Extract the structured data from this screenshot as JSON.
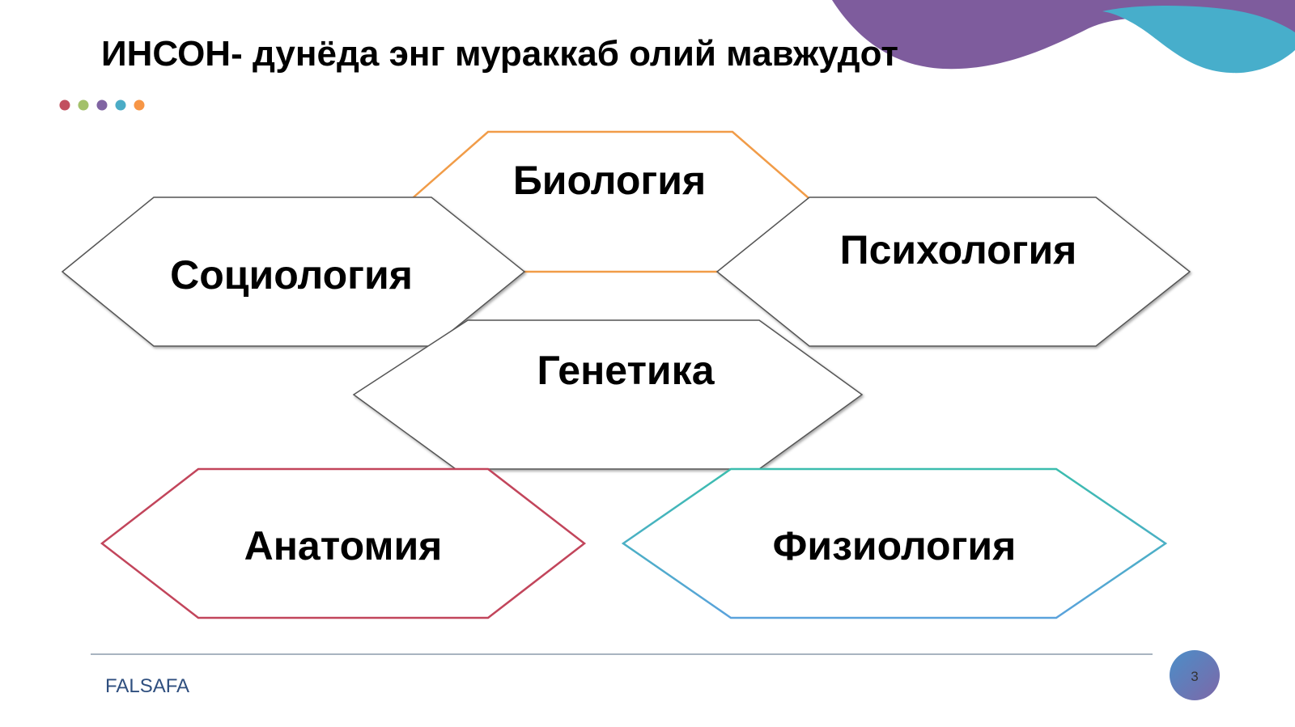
{
  "slide": {
    "title": "ИНСОН- дунёда энг мураккаб олий мавжудот",
    "footer_text": "FALSAFA",
    "page_number": "3"
  },
  "decor": {
    "dots": [
      "#c2505f",
      "#a3c16a",
      "#8064a2",
      "#4bacc6",
      "#f79646"
    ],
    "wave_colors": [
      "#7e5c9d",
      "#47aecb"
    ],
    "page_badge_gradient": [
      "#4b8ec8",
      "#7d68a8"
    ]
  },
  "hexagons": [
    {
      "label": "Биология",
      "stroke": "#f19c48"
    },
    {
      "label": "Социология",
      "stroke": "#555555"
    },
    {
      "label": "Психология",
      "stroke": "#555555"
    },
    {
      "label": "Генетика",
      "stroke": "#555555"
    },
    {
      "label": "Анатомия",
      "stroke": "#c2455b"
    },
    {
      "label": "Физиология",
      "stroke_gradient": [
        "#3bbdae",
        "#5aa2dc"
      ]
    }
  ],
  "colors": {
    "footer_line": "#8c9bab"
  }
}
